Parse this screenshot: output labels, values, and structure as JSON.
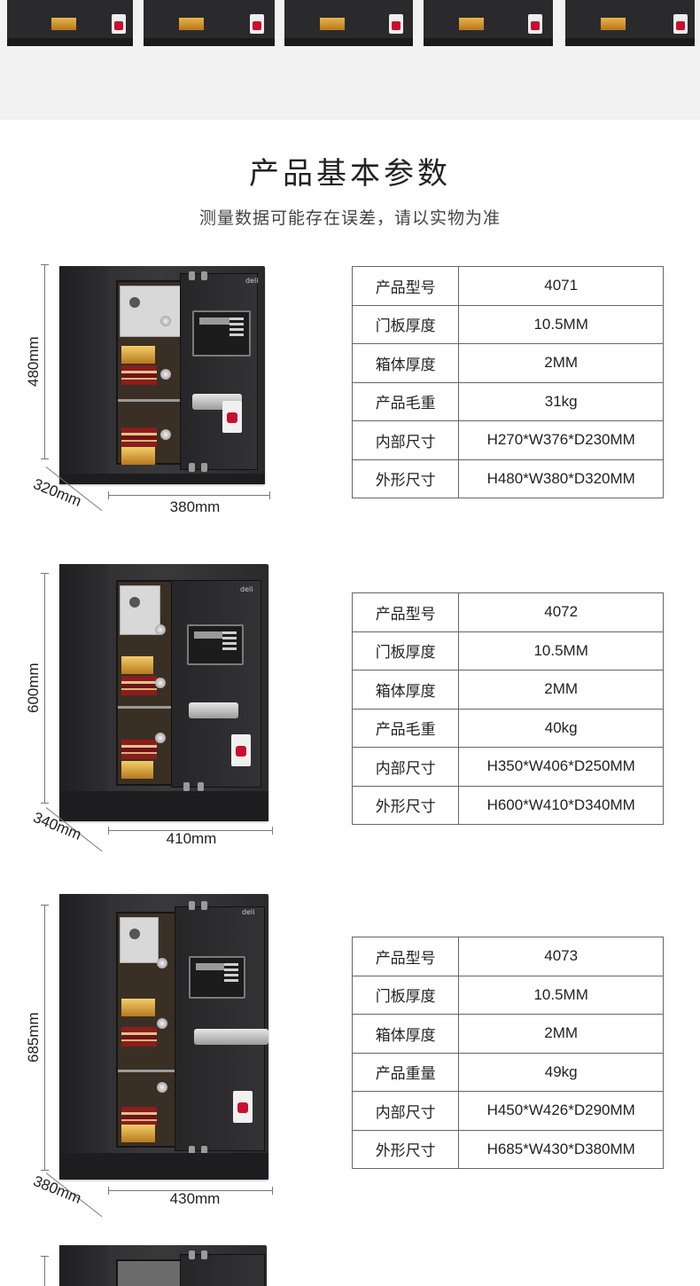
{
  "header": {
    "title": "产品基本参数",
    "subtitle": "测量数据可能存在误差，请以实物为准"
  },
  "products": [
    {
      "dims": {
        "height": "480mm",
        "depth": "320mm",
        "width": "380mm"
      },
      "specs": [
        {
          "label": "产品型号",
          "value": "4071"
        },
        {
          "label": "门板厚度",
          "value": "10.5MM"
        },
        {
          "label": "箱体厚度",
          "value": "2MM"
        },
        {
          "label": "产品毛重",
          "value": "31kg"
        },
        {
          "label": "内部尺寸",
          "value": "H270*W376*D230MM"
        },
        {
          "label": "外形尺寸",
          "value": "H480*W380*D320MM"
        }
      ]
    },
    {
      "dims": {
        "height": "600mm",
        "depth": "340mm",
        "width": "410mm"
      },
      "specs": [
        {
          "label": "产品型号",
          "value": "4072"
        },
        {
          "label": "门板厚度",
          "value": "10.5MM"
        },
        {
          "label": "箱体厚度",
          "value": "2MM"
        },
        {
          "label": "产品毛重",
          "value": "40kg"
        },
        {
          "label": "内部尺寸",
          "value": "H350*W406*D250MM"
        },
        {
          "label": "外形尺寸",
          "value": "H600*W410*D340MM"
        }
      ]
    },
    {
      "dims": {
        "height": "685mm",
        "depth": "380mm",
        "width": "430mm"
      },
      "specs": [
        {
          "label": "产品型号",
          "value": "4073"
        },
        {
          "label": "门板厚度",
          "value": "10.5MM"
        },
        {
          "label": "箱体厚度",
          "value": "2MM"
        },
        {
          "label": "产品重量",
          "value": "49kg"
        },
        {
          "label": "内部尺寸",
          "value": "H450*W426*D290MM"
        },
        {
          "label": "外形尺寸",
          "value": "H685*W430*D380MM"
        }
      ]
    }
  ],
  "safe_logo": "deli"
}
